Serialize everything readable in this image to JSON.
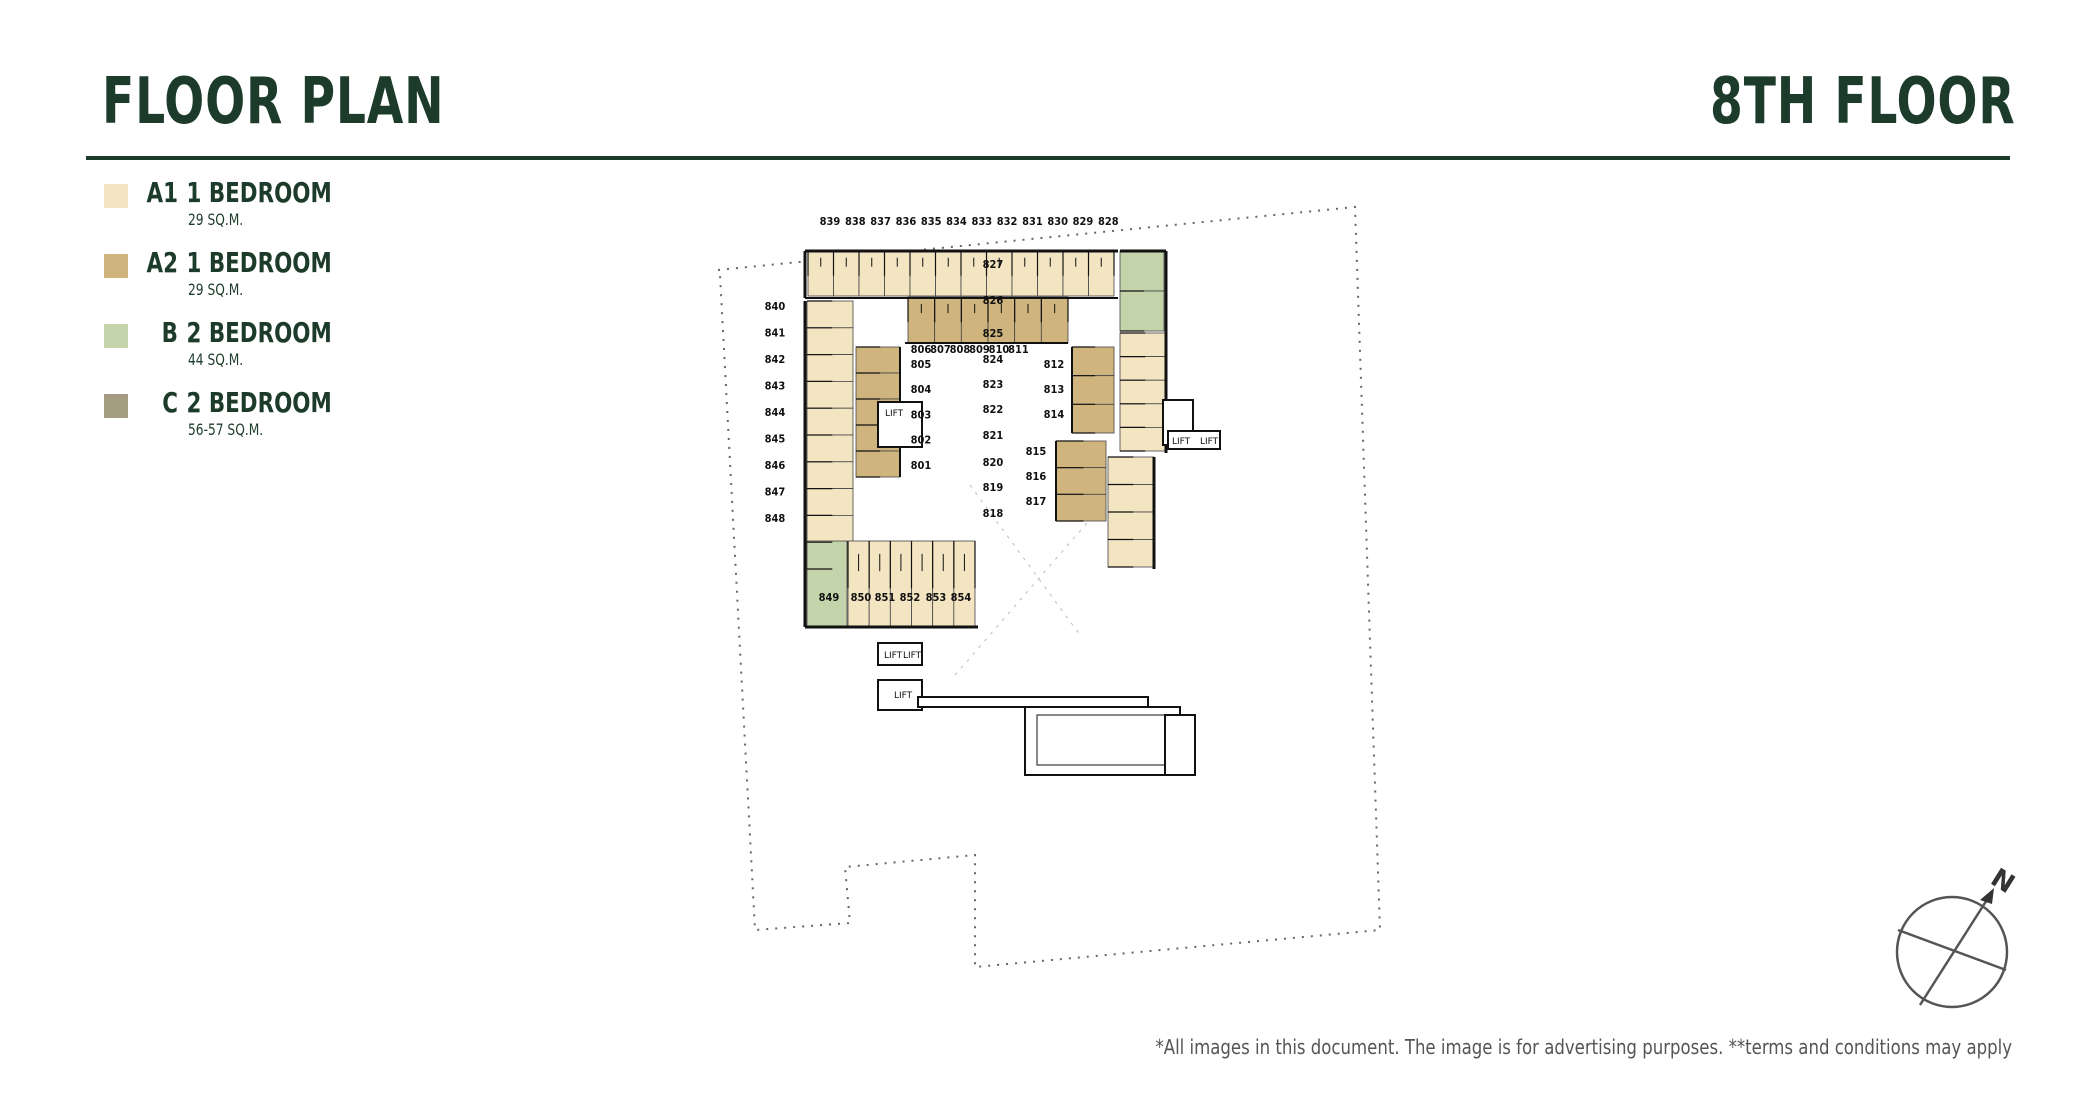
{
  "header": {
    "title": "FLOOR PLAN",
    "floor": "8TH FLOOR"
  },
  "legend": [
    {
      "code": "A1",
      "type": "1 BEDROOM",
      "size": "29 SQ.M.",
      "color": "#f3e5c2"
    },
    {
      "code": "A2",
      "type": "1 BEDROOM",
      "size": "29 SQ.M.",
      "color": "#cfb57d"
    },
    {
      "code": "B",
      "type": "2 BEDROOM",
      "size": "44 SQ.M.",
      "color": "#c3d4ab"
    },
    {
      "code": "C",
      "type": "2 BEDROOM",
      "size": "56-57 SQ.M.",
      "color": "#a49d82"
    }
  ],
  "units": {
    "top": [
      "839",
      "838",
      "837",
      "836",
      "835",
      "834",
      "833",
      "832",
      "831",
      "830",
      "829",
      "828"
    ],
    "left": [
      "840",
      "841",
      "842",
      "843",
      "844",
      "845",
      "846",
      "847",
      "848"
    ],
    "right": [
      "827",
      "826",
      "825",
      "824",
      "823",
      "822",
      "821",
      "820",
      "819",
      "818"
    ],
    "bottom": [
      "849",
      "850",
      "851",
      "852",
      "853",
      "854"
    ],
    "inner_top": [
      "806",
      "807",
      "808",
      "809",
      "810",
      "811"
    ],
    "inner_left": [
      "805",
      "804",
      "803",
      "802",
      "801"
    ],
    "inner_right_upper": [
      "812",
      "813",
      "814"
    ],
    "inner_right_lower": [
      "815",
      "816",
      "817"
    ]
  },
  "lift_labels": [
    "LIFT",
    "LIFT",
    "LIFT",
    "LIFT",
    "LIFT",
    "LIFT"
  ],
  "compass": {
    "label": "N"
  },
  "disclaimer": "*All images in this document. The image is for advertising purposes. **terms and conditions may apply"
}
